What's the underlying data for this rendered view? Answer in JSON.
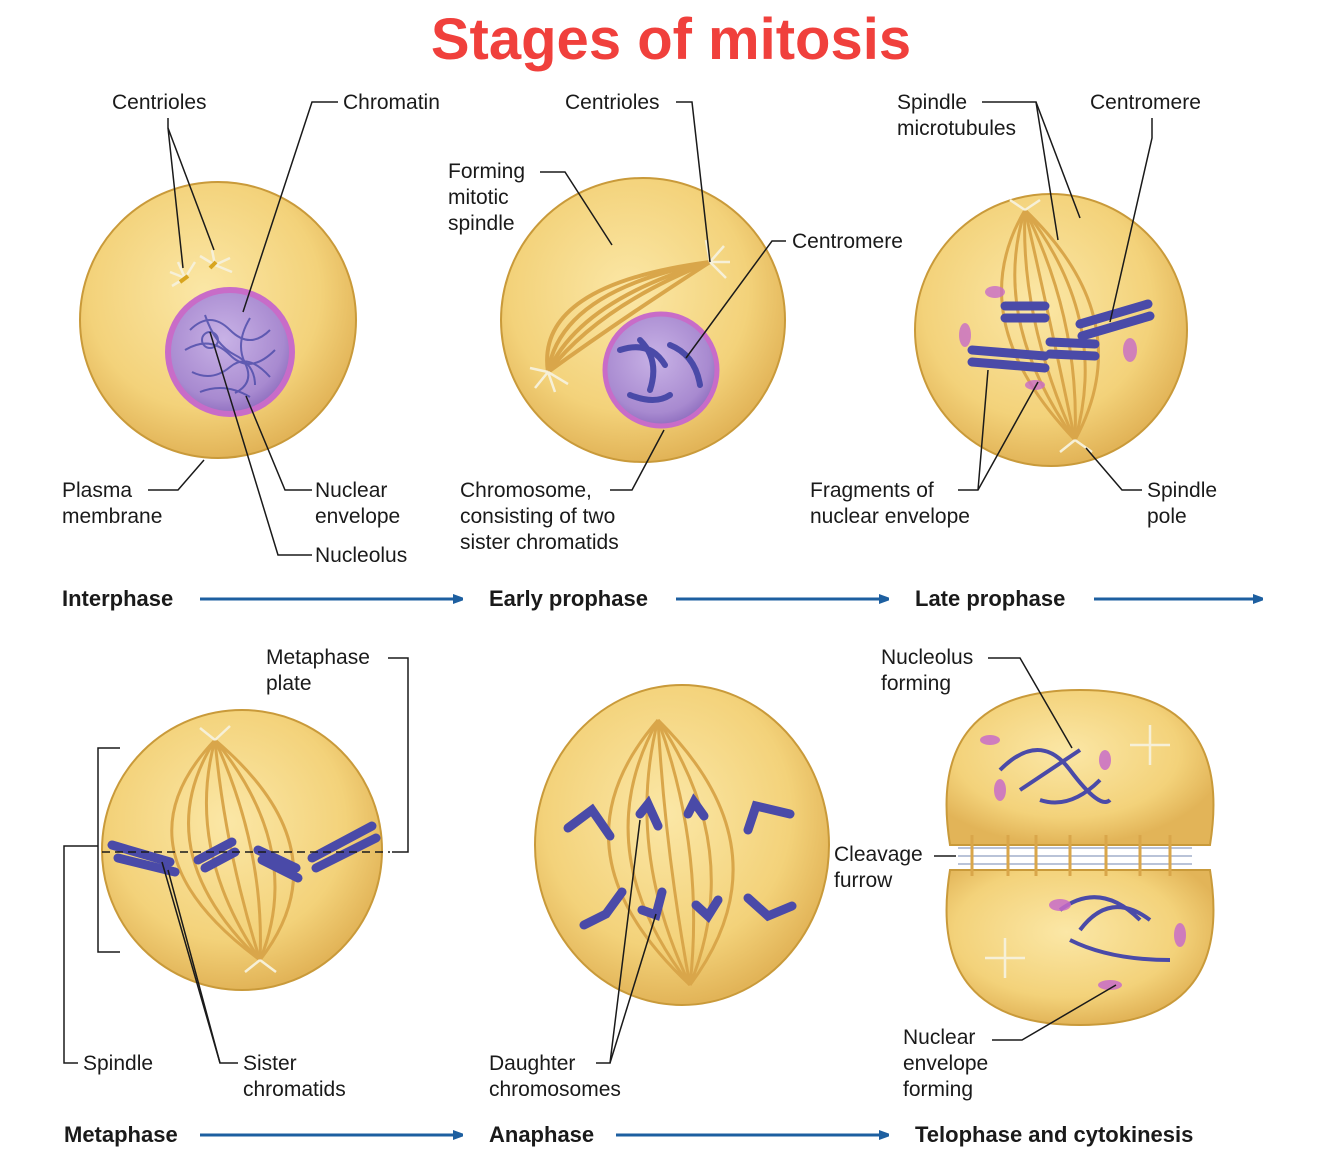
{
  "title": "Stages of mitosis",
  "labels": {
    "interphase": {
      "centrioles": "Centrioles",
      "chromatin": "Chromatin",
      "plasma_membrane_1": "Plasma",
      "plasma_membrane_2": "membrane",
      "nuclear_envelope_1": "Nuclear",
      "nuclear_envelope_2": "envelope",
      "nucleolus": "Nucleolus"
    },
    "early_prophase": {
      "centrioles": "Centrioles",
      "forming_spindle_1": "Forming",
      "forming_spindle_2": "mitotic",
      "forming_spindle_3": "spindle",
      "centromere": "Centromere",
      "chromosome_1": "Chromosome,",
      "chromosome_2": "consisting of two",
      "chromosome_3": "sister chromatids"
    },
    "late_prophase": {
      "spindle_microtubules_1": "Spindle",
      "spindle_microtubules_2": "microtubules",
      "centromere": "Centromere",
      "fragments_1": "Fragments of",
      "fragments_2": "nuclear envelope",
      "spindle_pole_1": "Spindle",
      "spindle_pole_2": "pole"
    },
    "metaphase": {
      "metaphase_plate_1": "Metaphase",
      "metaphase_plate_2": "plate",
      "spindle": "Spindle",
      "sister_chromatids_1": "Sister",
      "sister_chromatids_2": "chromatids"
    },
    "anaphase": {
      "daughter_1": "Daughter",
      "daughter_2": "chromosomes"
    },
    "telophase": {
      "nucleolus_forming_1": "Nucleolus",
      "nucleolus_forming_2": "forming",
      "cleavage_1": "Cleavage",
      "cleavage_2": "furrow",
      "nuclear_env_forming_1": "Nuclear",
      "nuclear_env_forming_2": "envelope",
      "nuclear_env_forming_3": "forming"
    }
  },
  "stages": {
    "interphase": "Interphase",
    "early_prophase": "Early prophase",
    "late_prophase": "Late prophase",
    "metaphase": "Metaphase",
    "anaphase": "Anaphase",
    "telophase": "Telophase and cytokinesis"
  },
  "colors": {
    "title": "#f0403c",
    "cell_fill": "#f3d27a",
    "cell_edge": "#c99a3a",
    "nucleus": "#a88ad0",
    "nuclear_envelope": "#c86cc8",
    "chromosome": "#4a4aa8",
    "arrow": "#1d5fa0"
  }
}
